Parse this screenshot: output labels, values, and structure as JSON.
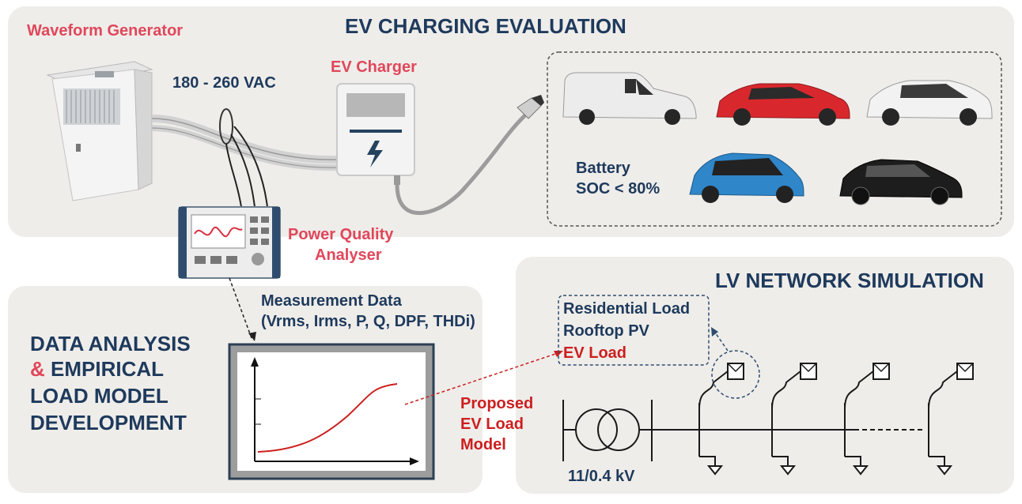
{
  "sections": {
    "top_title": "EV CHARGING EVALUATION",
    "analysis_title_lines": [
      "DATA ANALYSIS",
      "&",
      "EMPIRICAL",
      "LOAD MODEL",
      "DEVELOPMENT"
    ],
    "lv_title": "LV NETWORK SIMULATION"
  },
  "labels": {
    "waveform_generator": "Waveform Generator",
    "voltage_range": "180 - 260 VAC",
    "ev_charger": "EV Charger",
    "battery_soc_line1": "Battery",
    "battery_soc_line2": "SOC < 80%",
    "pqa_line1": "Power Quality",
    "pqa_line2": "Analyser",
    "measurement_line1": "Measurement Data",
    "measurement_line2": "(Vrms, Irms, P, Q, DPF, THDi)",
    "proposed_line1": "Proposed",
    "proposed_line2": "EV Load",
    "proposed_line3": "Model",
    "load_residential": "Residential Load",
    "load_pv": "Rooftop PV",
    "load_ev": "EV Load",
    "transformer_rating": "11/0.4 kV"
  },
  "vehicles": [
    "van-white",
    "sedan-red",
    "suv-white",
    "hatch-blue",
    "hatch-black"
  ],
  "colors": {
    "navy": "#1e3a5c",
    "accent_red": "#e0475a",
    "dark_red": "#cc1f1f",
    "panel_bg": "#efedea"
  }
}
